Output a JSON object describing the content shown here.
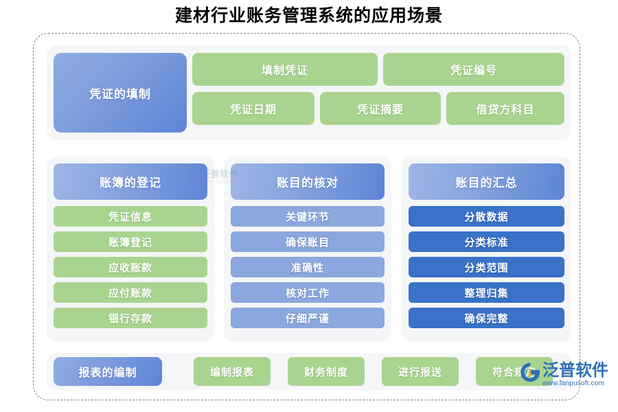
{
  "title": "建材行业账务管理系统的应用场景",
  "colors": {
    "green": "#a9d490",
    "mid_blue": "#8ca7dd",
    "strong_blue": "#3a72c8",
    "header_gradient_from": "#8eabe2",
    "header_gradient_to": "#5d84d5",
    "panel_bg": "#f5f6f7",
    "frame_border": "#7d7d7d",
    "title_color": "#000000",
    "logo_color": "#2f6fb5"
  },
  "voucher_section": {
    "header": "凭证的填制",
    "row1": [
      "填制凭证",
      "凭证编号"
    ],
    "row2": [
      "凭证日期",
      "凭证摘要",
      "借贷方科目"
    ]
  },
  "columns": [
    {
      "header": "账簿的登记",
      "style": "green",
      "items": [
        "凭证信息",
        "账簿登记",
        "应收账款",
        "应付账款",
        "银行存款"
      ]
    },
    {
      "header": "账目的核对",
      "style": "mid",
      "items": [
        "关键环节",
        "确保账目",
        "准确性",
        "核对工作",
        "仔细严谨"
      ]
    },
    {
      "header": "账目的汇总",
      "style": "strong",
      "items": [
        "分散数据",
        "分类标准",
        "分类范围",
        "整理归集",
        "确保完整"
      ]
    }
  ],
  "report_section": {
    "header": "报表的编制",
    "items": [
      "编制报表",
      "财务制度",
      "进行报送",
      "符合规定"
    ]
  },
  "watermark": {
    "brand": "泛普软件",
    "brand_sub": "FANPU SOFTWARE"
  },
  "logo": {
    "brand": "泛普软件",
    "url": "www.fanpusoft.com",
    "mark_icon": "fanpu-logo-icon"
  }
}
